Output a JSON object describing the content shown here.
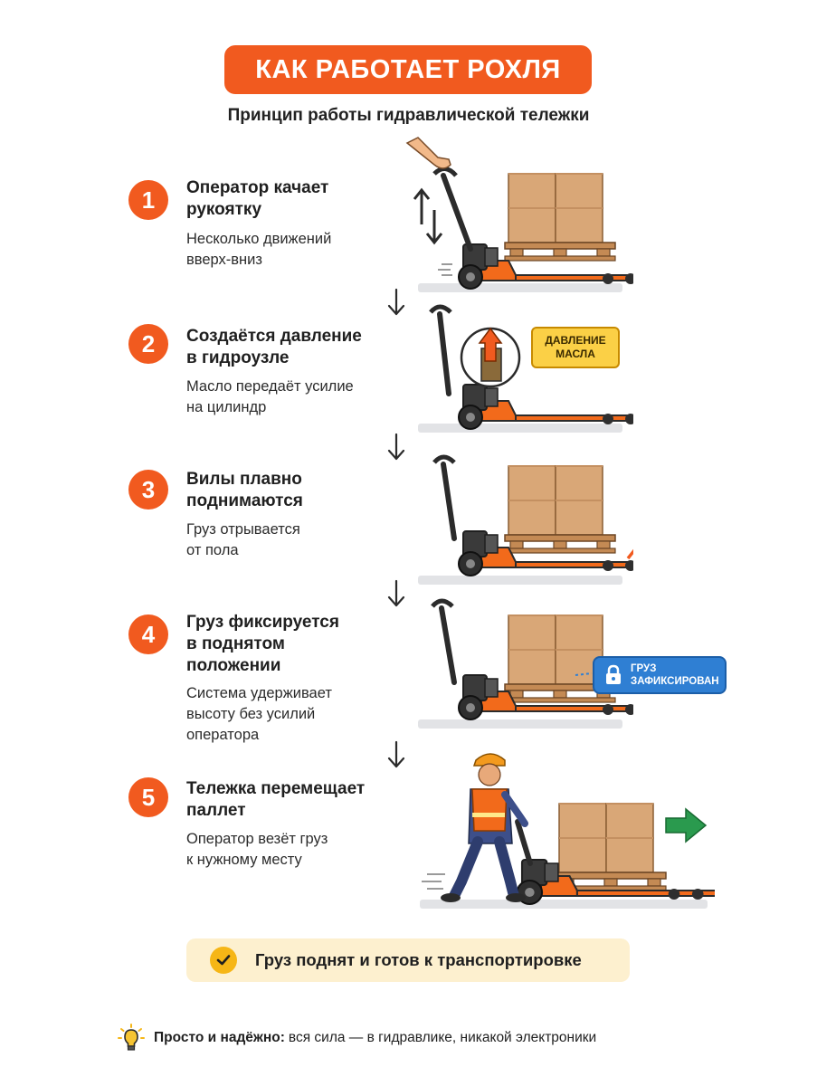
{
  "header": {
    "title": "КАК РАБОТАЕТ РОХЛЯ",
    "subtitle": "Принцип работы гидравлической тележки"
  },
  "steps": [
    {
      "number": "1",
      "title": "Оператор качает\nрукоятку",
      "description": "Несколько движений\nвверх-вниз"
    },
    {
      "number": "2",
      "title": "Создаётся давление\nв гидроузле",
      "description": "Масло передаёт усилие\nна цилиндр"
    },
    {
      "number": "3",
      "title": "Вилы плавно\nподнимаются",
      "description": "Груз отрывается\nот пола"
    },
    {
      "number": "4",
      "title": "Груз фиксируется\nв поднятом\nположении",
      "description": "Система удерживает\nвысоту без усилий\nоператора"
    },
    {
      "number": "5",
      "title": "Тележка перемещает\nпаллет",
      "description": "Оператор везёт груз\nк нужному месту"
    }
  ],
  "callouts": {
    "oil_pressure": "ДАВЛЕНИЕ\nМАСЛА",
    "load_locked": "ГРУЗ\nЗАФИКСИРОВАН"
  },
  "result": {
    "text": "Груз поднят и готов к транспортировке"
  },
  "footer": {
    "bold": "Просто и надёжно:",
    "rest": "вся сила — в гидравлике, никакой электроники"
  },
  "colors": {
    "accent": "#f15a1f",
    "truck": "#f26a1b",
    "box": "#d9a777",
    "result_bg": "#fdf0cf",
    "check": "#f6b616",
    "lock_badge": "#2f7fd3",
    "oil_badge": "#fbd046",
    "move_arrow": "#2a9a4e"
  },
  "icons": {
    "check": "check-icon",
    "bulb": "lightbulb-icon",
    "lock": "lock-icon",
    "down_arrow": "arrow-down-icon"
  }
}
